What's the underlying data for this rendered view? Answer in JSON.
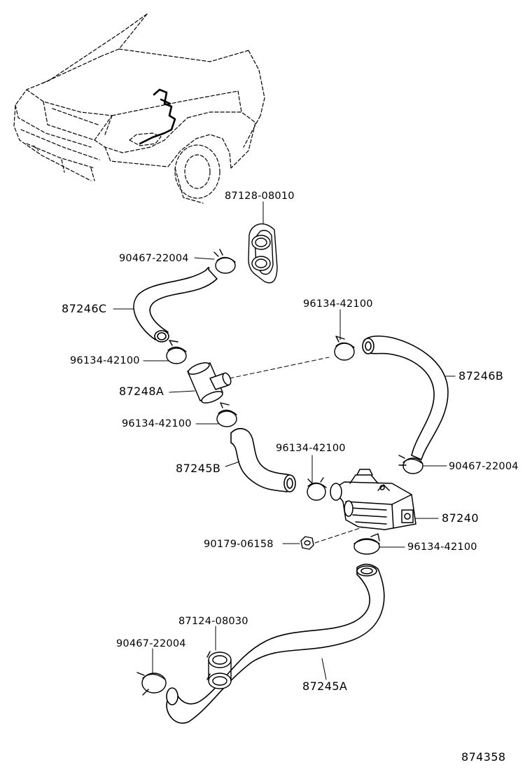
{
  "diagram": {
    "figure_code": "874358",
    "parts": [
      {
        "id": "grommet",
        "number": "87128-08010"
      },
      {
        "id": "clamp-top-left",
        "number": "90467-22004"
      },
      {
        "id": "hose-c",
        "number": "87246C"
      },
      {
        "id": "clamp-left-1",
        "number": "96134-42100"
      },
      {
        "id": "tee-joint",
        "number": "87248A"
      },
      {
        "id": "clamp-left-2",
        "number": "96134-42100"
      },
      {
        "id": "hose-b-lower",
        "number": "87245B"
      },
      {
        "id": "clamp-center",
        "number": "96134-42100"
      },
      {
        "id": "clamp-upper-right",
        "number": "96134-42100"
      },
      {
        "id": "hose-b-upper",
        "number": "87246B"
      },
      {
        "id": "clamp-right",
        "number": "90467-22004"
      },
      {
        "id": "water-valve",
        "number": "87240"
      },
      {
        "id": "nut",
        "number": "90179-06158"
      },
      {
        "id": "clamp-valve",
        "number": "96134-42100"
      },
      {
        "id": "clamp-double",
        "number": "87124-08030"
      },
      {
        "id": "clamp-bottom-left",
        "number": "90467-22004"
      },
      {
        "id": "hose-a",
        "number": "87245A"
      }
    ]
  }
}
